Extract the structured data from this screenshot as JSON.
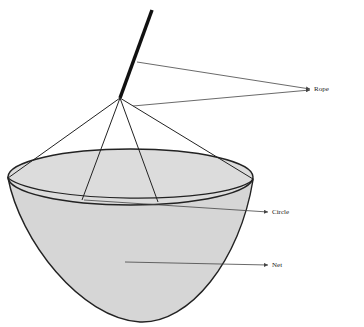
{
  "diagram": {
    "labels": [
      "Rope",
      "Circle",
      "Net"
    ]
  }
}
